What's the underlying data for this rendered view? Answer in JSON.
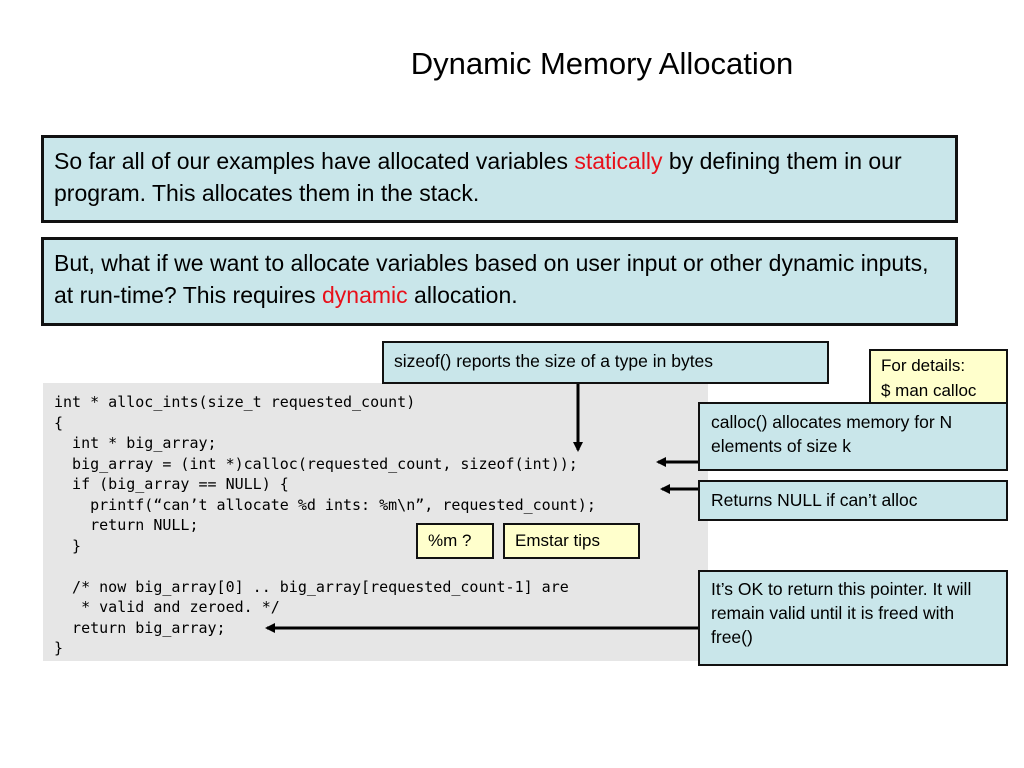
{
  "title": "Dynamic Memory Allocation",
  "box1": {
    "before": "So far all of our examples have allocated variables ",
    "highlight": "statically",
    "after": " by defining them in our program.  This allocates them in the stack."
  },
  "box2": {
    "before": "But, what if we want to allocate variables based on user input or other dynamic inputs, at run-time?  This requires ",
    "highlight": "dynamic",
    "after": " allocation."
  },
  "code": {
    "lines": [
      "int * alloc_ints(size_t requested_count)",
      "{",
      "  int * big_array;",
      "  big_array = (int *)calloc(requested_count, sizeof(int));",
      "  if (big_array == NULL) {",
      "    printf(“can’t allocate %d ints: %m\\n”, requested_count);",
      "    return NULL;",
      "  }",
      "",
      "  /* now big_array[0] .. big_array[requested_count-1] are",
      "   * valid and zeroed. */",
      "  return big_array;",
      "}"
    ]
  },
  "callouts": {
    "sizeof": "sizeof() reports the size of a type in bytes",
    "details_line1": "For details:",
    "details_line2": "$ man calloc",
    "calloc": "calloc() allocates memory for N elements of size k",
    "null_return": "Returns NULL if can’t alloc",
    "ok_return": "It’s OK to return this pointer. It will remain valid until it is freed with free()",
    "m_question": "%m ?",
    "emstar": "Emstar tips"
  },
  "colors": {
    "box_fill": "#c9e6ea",
    "note_fill": "#ffffcc",
    "highlight": "#e8101a",
    "code_panel": "#e6e6e6"
  }
}
